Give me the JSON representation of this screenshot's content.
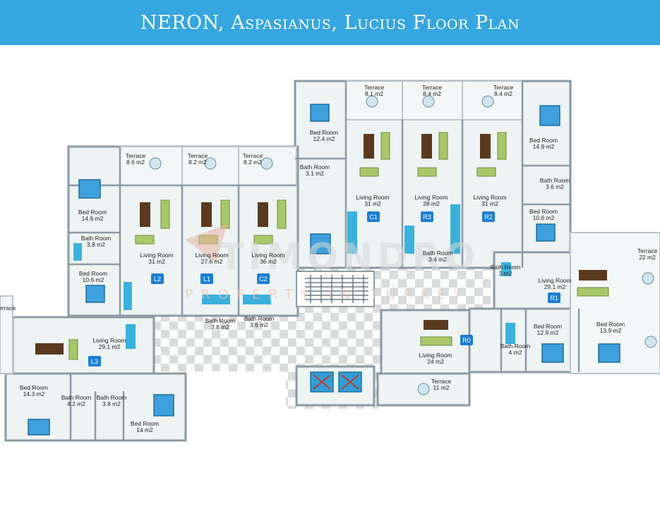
{
  "title": "NERON, Aspasianus, Lucius Floor Plan",
  "watermark": {
    "brand": "TIMONDRO",
    "subtitle": "PROPERTY IN TURKEY"
  },
  "colors": {
    "header": "#35a6df",
    "wall": "#8a9aa6",
    "floor": "#eef3f3",
    "badge": "#1a7fd3",
    "water": "#1ba6d8",
    "sofa": "#a8c86a",
    "table": "#5a3a1e",
    "bed": "#3ea0dc"
  },
  "rooms": [
    {
      "id": "r1",
      "name": "Terrace",
      "area": "8.1 m2"
    },
    {
      "id": "r2",
      "name": "Terrace",
      "area": "8.4 m2"
    },
    {
      "id": "r3",
      "name": "Terrace",
      "area": "8.4 m2"
    },
    {
      "id": "r4",
      "name": "Bed Room",
      "area": "12.4 m2"
    },
    {
      "id": "r5",
      "name": "Bed Room",
      "area": "14.9 m2"
    },
    {
      "id": "r6",
      "name": "Terrace",
      "area": "8.6 m2"
    },
    {
      "id": "r7",
      "name": "Terrace",
      "area": "8.2 m2"
    },
    {
      "id": "r8",
      "name": "Terrace",
      "area": "8.2 m2"
    },
    {
      "id": "r9",
      "name": "Bath Room",
      "area": "3.1 m2"
    },
    {
      "id": "r10",
      "name": "Bath Room",
      "area": "3.6 m2"
    },
    {
      "id": "r11",
      "name": "Bed Room",
      "area": "14.9 m2"
    },
    {
      "id": "r12",
      "name": "Living Room",
      "area": "31 m2"
    },
    {
      "id": "r13",
      "name": "Living Room",
      "area": "28 m2"
    },
    {
      "id": "r14",
      "name": "Living Room",
      "area": "31 m2"
    },
    {
      "id": "r15",
      "name": "Bed Room",
      "area": "10.6 m2"
    },
    {
      "id": "r16",
      "name": "Bath Room",
      "area": "3.8 m2"
    },
    {
      "id": "r17",
      "name": "Living Room",
      "area": "31 m2"
    },
    {
      "id": "r18",
      "name": "Living Room",
      "area": "27.6 m2"
    },
    {
      "id": "r19",
      "name": "Living Room",
      "area": "36 m2"
    },
    {
      "id": "r20",
      "name": "Bath Room",
      "area": "3.4 m2"
    },
    {
      "id": "r21",
      "name": "Terrace",
      "area": "22 m2"
    },
    {
      "id": "r22",
      "name": "Bath Room",
      "area": "3 m2"
    },
    {
      "id": "r23",
      "name": "Living Room",
      "area": "29.1 m2"
    },
    {
      "id": "r24",
      "name": "Bed Room",
      "area": "10.6 m2"
    },
    {
      "id": "r25",
      "name": "Bath Room",
      "area": "3.8 m2"
    },
    {
      "id": "r26",
      "name": "Bath Room",
      "area": "3.6 m2"
    },
    {
      "id": "r27",
      "name": "Bed Room",
      "area": "12.9 m2"
    },
    {
      "id": "r28",
      "name": "Bed Room",
      "area": "13.9 m2"
    },
    {
      "id": "r29",
      "name": "Living Room",
      "area": "29.1 m2"
    },
    {
      "id": "r30",
      "name": "Bath Room",
      "area": "4 m2"
    },
    {
      "id": "r31",
      "name": "Living Room",
      "area": "24 m2"
    },
    {
      "id": "r32",
      "name": "Terrace",
      "area": "11 m2"
    },
    {
      "id": "r33",
      "name": "Bed Room",
      "area": "14.3 m2"
    },
    {
      "id": "r34",
      "name": "Bath Room",
      "area": "4.2 m2"
    },
    {
      "id": "r35",
      "name": "Bath Room",
      "area": "3.8 m2"
    },
    {
      "id": "r36",
      "name": "Bed Room",
      "area": "14 m2"
    },
    {
      "id": "r37",
      "name": "Terrace",
      "area": ""
    }
  ],
  "units": [
    {
      "id": "u1",
      "code": "C1"
    },
    {
      "id": "u2",
      "code": "R3"
    },
    {
      "id": "u3",
      "code": "R2"
    },
    {
      "id": "u4",
      "code": "L2"
    },
    {
      "id": "u5",
      "code": "L1"
    },
    {
      "id": "u6",
      "code": "C2"
    },
    {
      "id": "u7",
      "code": "R1"
    },
    {
      "id": "u8",
      "code": "R0"
    },
    {
      "id": "u9",
      "code": "L3"
    }
  ]
}
